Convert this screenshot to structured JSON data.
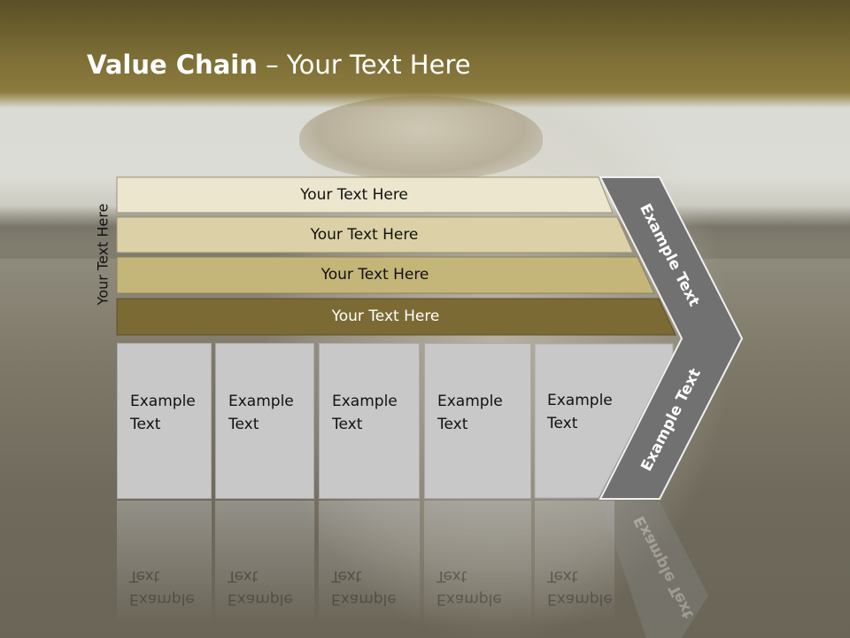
{
  "slide": {
    "title_bold": "Value Chain",
    "title_rest": " – Your Text Here",
    "side_label": "Your Text Here"
  },
  "bars": [
    {
      "label": "Your Text Here",
      "color": "#ece6cf"
    },
    {
      "label": "Your Text Here",
      "color": "#dcd1a6"
    },
    {
      "label": "Your Text Here",
      "color": "#c4b579"
    },
    {
      "label": "Your Text Here",
      "color": "#7b6a34"
    }
  ],
  "cells": [
    {
      "line1": "Example",
      "line2": "Text"
    },
    {
      "line1": "Example",
      "line2": "Text"
    },
    {
      "line1": "Example",
      "line2": "Text"
    },
    {
      "line1": "Example",
      "line2": "Text"
    },
    {
      "line1": "Example",
      "line2": "Text"
    }
  ],
  "chevron": {
    "upper_text": "Example Text",
    "lower_text": "Example Text",
    "color": "#717171"
  }
}
